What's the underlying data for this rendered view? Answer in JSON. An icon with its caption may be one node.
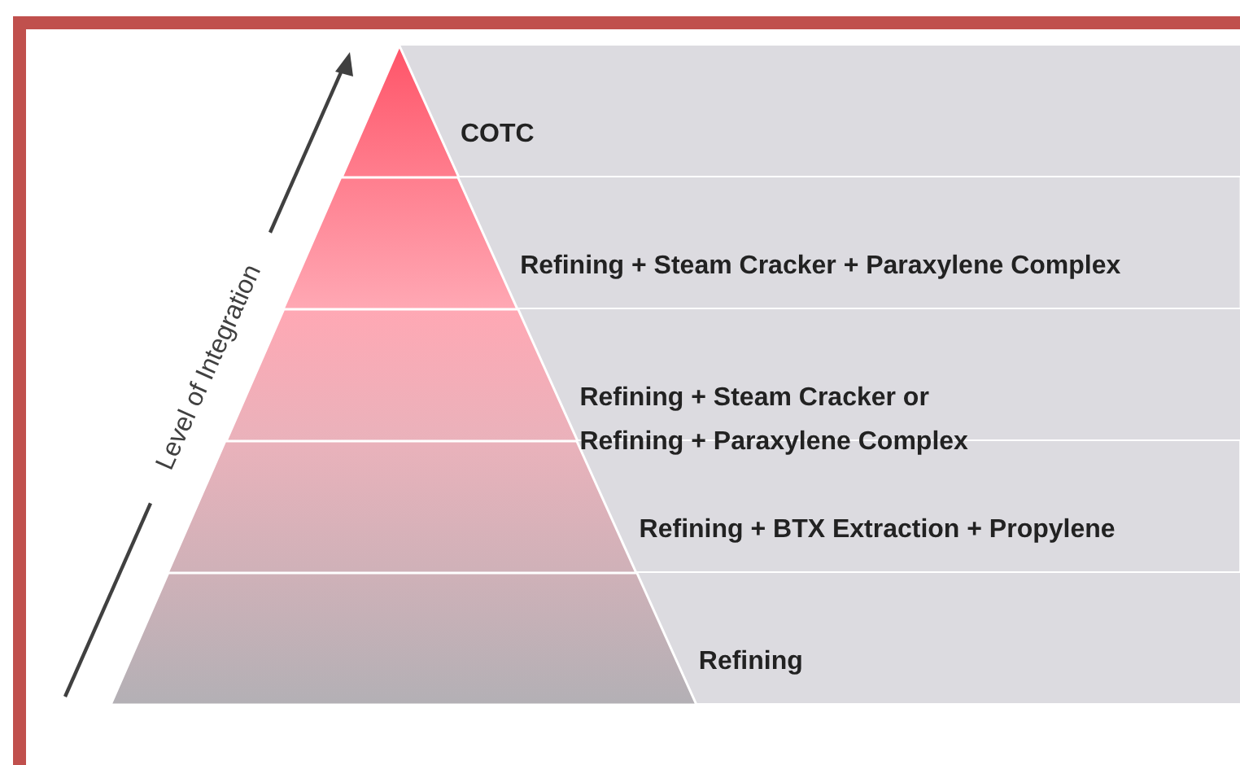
{
  "diagram": {
    "nodes": [
      {
        "text": [
          "COTC"
        ]
      },
      {
        "text": [
          "Refining + Steam Cracker + Paraxylene Complex"
        ]
      },
      {
        "text": [
          "Refining + Steam Cracker or Refining + Paraxylene Complex"
        ]
      },
      {
        "text": [
          "Refining + BTX Extraction + Propylene"
        ]
      },
      {
        "text": [
          "Refining"
        ]
      }
    ],
    "edges": [],
    "labels": [
      "Level of Integration"
    ]
  }
}
